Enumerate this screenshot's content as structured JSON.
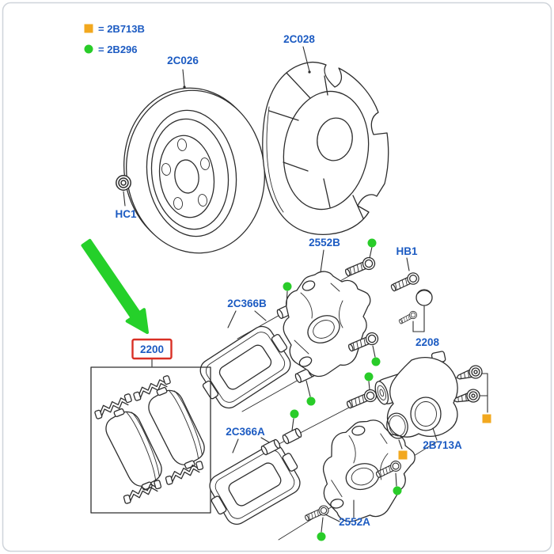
{
  "legend": {
    "items": [
      {
        "id": "orange-square",
        "label": "= 2B713B"
      },
      {
        "id": "green-dot",
        "label": "= 2B296"
      }
    ]
  },
  "labels": {
    "disc": "2C026",
    "shield": "2C028",
    "hub_nut": "HC1",
    "caliper_upper": "2552B",
    "guide_bolt": "HB1",
    "cap": "2208",
    "bracket_upper": "2C366B",
    "pad_kit": "2200",
    "bracket_lower": "2C366A",
    "actuator": "2B713A",
    "caliper_lower": "2552A"
  },
  "colors": {
    "label-blue": "#1c5bc2",
    "marker-green": "#29cc29",
    "marker-orange": "#f2a81f",
    "highlight-red": "#d93025",
    "arrow-green": "#25d02a",
    "ink": "#2d2d2d"
  }
}
